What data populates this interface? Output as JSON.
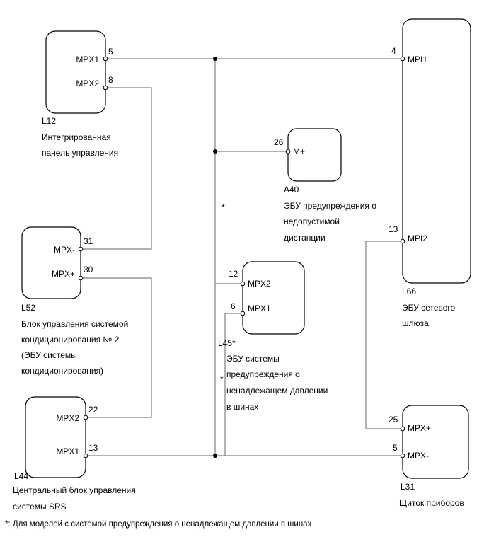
{
  "components": {
    "l12": {
      "code": "L12",
      "desc": [
        "Интегрированная",
        "панель управления"
      ],
      "pin_a_name": "MPX1",
      "pin_a_num": "5",
      "pin_b_name": "MPX2",
      "pin_b_num": "8"
    },
    "l52": {
      "code": "L52",
      "desc": [
        "Блок управления системой",
        "кондиционирования № 2",
        "(ЭБУ системы",
        "кондиционирования)"
      ],
      "pin_a_name": "MPX-",
      "pin_a_num": "31",
      "pin_b_name": "MPX+",
      "pin_b_num": "30"
    },
    "l44": {
      "code": "L44",
      "desc": [
        "Центральный блок управления",
        "системы SRS"
      ],
      "pin_a_name": "MPX2",
      "pin_a_num": "22",
      "pin_b_name": "MPX1",
      "pin_b_num": "13"
    },
    "a40": {
      "code": "A40",
      "desc": [
        "ЭБУ предупреждения о",
        "недопустимой",
        "дистанции"
      ],
      "pin_a_name": "M+",
      "pin_a_num": "26"
    },
    "l45": {
      "code": "L45*",
      "desc": [
        "ЭБУ системы",
        "предупреждения о",
        "ненадлежащем давлении",
        "в шинах"
      ],
      "pin_a_name": "MPX2",
      "pin_a_num": "12",
      "pin_b_name": "MPX1",
      "pin_b_num": "6"
    },
    "l66": {
      "code": "L66",
      "desc": [
        "ЭБУ сетевого",
        "шлюза"
      ],
      "pin_a_name": "MPI1",
      "pin_a_num": "4",
      "pin_b_name": "MPI2",
      "pin_b_num": "13"
    },
    "l31": {
      "code": "L31",
      "desc": [
        "Щиток приборов"
      ],
      "pin_a_name": "MPX+",
      "pin_a_num": "25",
      "pin_b_name": "MPX-",
      "pin_b_num": "5"
    }
  },
  "wire_marks": {
    "upper": "*",
    "lower": "*"
  },
  "footnote": "*: Для моделей с системой предупреждения о ненадлежащем давлении в шинах"
}
